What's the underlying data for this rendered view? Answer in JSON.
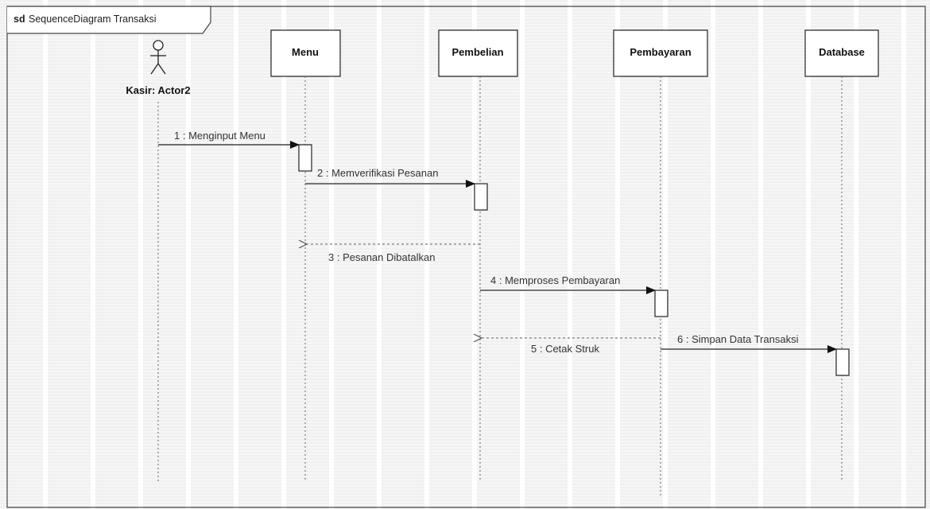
{
  "frame": {
    "keyword": "sd",
    "name": "SequenceDiagram Transaksi"
  },
  "actor": {
    "label": "Kasir: Actor2"
  },
  "lifelines": [
    {
      "label": "Menu"
    },
    {
      "label": "Pembelian"
    },
    {
      "label": "Pembayaran"
    },
    {
      "label": "Database"
    }
  ],
  "messages": [
    {
      "label": "1 : Menginput Menu",
      "type": "sync"
    },
    {
      "label": "2 : Memverifikasi Pesanan",
      "type": "sync"
    },
    {
      "label": "3 : Pesanan Dibatalkan",
      "type": "return"
    },
    {
      "label": "4 : Memproses Pembayaran",
      "type": "sync"
    },
    {
      "label": "5 : Cetak Struk",
      "type": "return"
    },
    {
      "label": "6 : Simpan Data Transaksi",
      "type": "sync"
    }
  ],
  "colors": {
    "background": "#ffffff",
    "grid_line": "#dcdcdc",
    "stroke": "#222222",
    "lifeline": "#555555"
  }
}
